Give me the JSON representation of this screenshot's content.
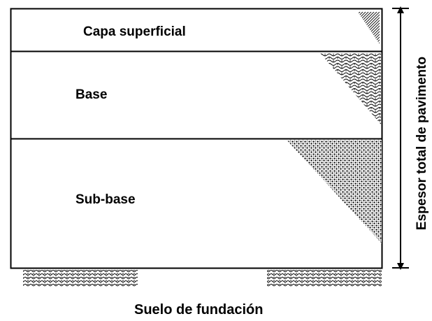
{
  "layers": [
    {
      "name": "capa-superficial",
      "label": "Capa superficial"
    },
    {
      "name": "base",
      "label": "Base"
    },
    {
      "name": "sub-base",
      "label": "Sub-base"
    }
  ],
  "subgrade": {
    "label": "Suelo de fundación"
  },
  "thickness": {
    "label": "Espesor total de pavimento"
  }
}
